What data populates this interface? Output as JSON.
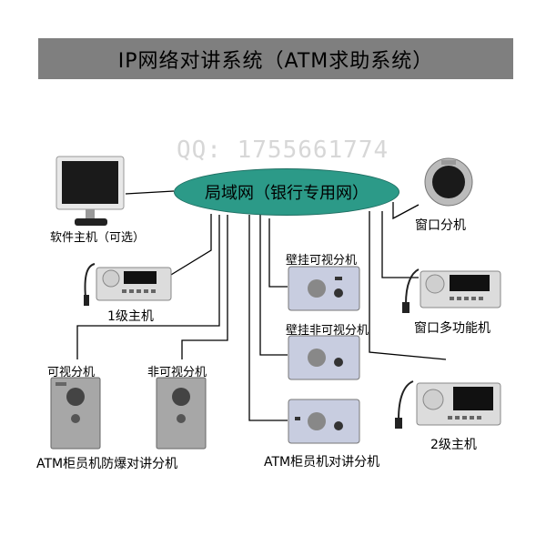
{
  "title": "IP网络对讲系统（ATM求助系统）",
  "watermark": "QQ: 1755661774",
  "hub": {
    "label": "局域网（银行专用网）",
    "color": "#2c9a88"
  },
  "labels": {
    "software_host": "软件主机（可选）",
    "level1_host": "1级主机",
    "wall_visual": "壁挂可视分机",
    "wall_nonvisual": "壁挂非可视分机",
    "atm_counter": "ATM柜员机对讲分机",
    "visual_ext": "可视分机",
    "nonvisual_ext": "非可视分机",
    "atm_explosion": "ATM柜员机防爆对讲分机",
    "window_ext": "窗口分机",
    "window_multi": "窗口多功能机",
    "level2_host": "2级主机"
  }
}
